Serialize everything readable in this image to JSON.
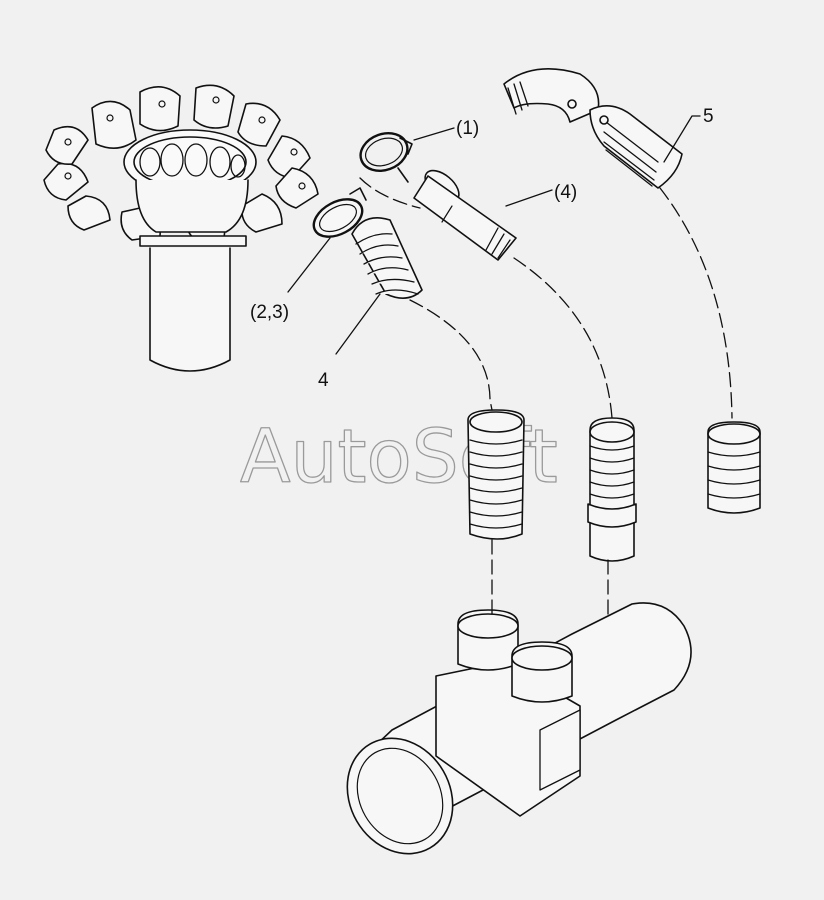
{
  "diagram": {
    "callouts": [
      {
        "id": "clamp-1",
        "text": "(1)"
      },
      {
        "id": "hose-4-paren",
        "text": "(4)"
      },
      {
        "id": "elbow-5",
        "text": "5"
      },
      {
        "id": "clamp-2-3",
        "text": "(2,3)"
      },
      {
        "id": "hose-4",
        "text": "4"
      }
    ],
    "watermark": "AutoSoft"
  }
}
